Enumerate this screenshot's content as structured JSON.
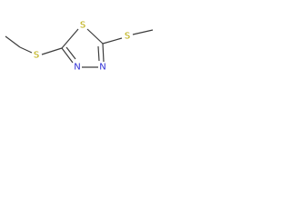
{
  "molecule": {
    "atoms": [
      {
        "id": "ring-s",
        "label": "S",
        "color": "#b8a800"
      },
      {
        "id": "s-left",
        "label": "S",
        "color": "#b8a800"
      },
      {
        "id": "s-right",
        "label": "S",
        "color": "#b8a800"
      },
      {
        "id": "n-left",
        "label": "N",
        "color": "#2f2fd6"
      },
      {
        "id": "n-right",
        "label": "N",
        "color": "#2f2fd6"
      }
    ],
    "bond_color": "#3c3c3c"
  }
}
